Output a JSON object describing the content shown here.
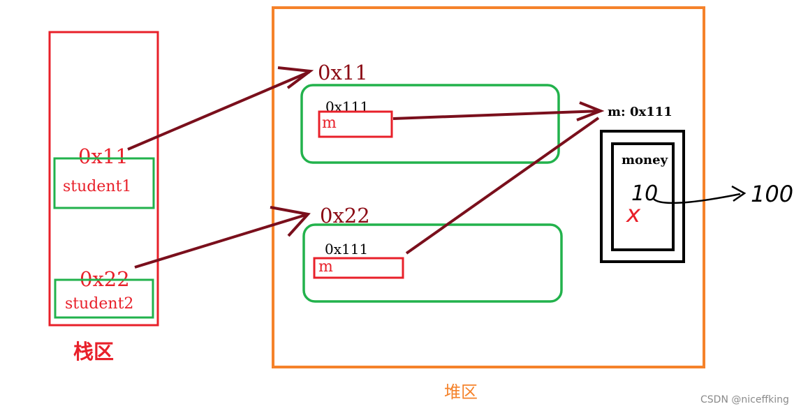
{
  "stack": {
    "region_label": "栈区",
    "items": [
      {
        "address": "0x11",
        "name": "student1"
      },
      {
        "address": "0x22",
        "name": "student2"
      }
    ]
  },
  "heap": {
    "region_label": "堆区",
    "objects": [
      {
        "address": "0x11",
        "field_ref": "0x111",
        "field_name": "m"
      },
      {
        "address": "0x22",
        "field_ref": "0x111",
        "field_name": "m"
      }
    ],
    "money_object": {
      "ref_label": "m: 0x111",
      "field_name": "money",
      "old_value": "10",
      "strike_mark": "x",
      "new_value": "100"
    }
  },
  "watermark": "CSDN @niceffking",
  "colors": {
    "stack_border": "#e8202a",
    "heap_border": "#f5822a",
    "object_border": "#22b24c",
    "field_border": "#e8202a",
    "arrow": "#7a0f1c",
    "address_text": "#8b0a14",
    "label_red": "#e8202a",
    "heap_label": "#f5822a",
    "black": "#000000"
  }
}
